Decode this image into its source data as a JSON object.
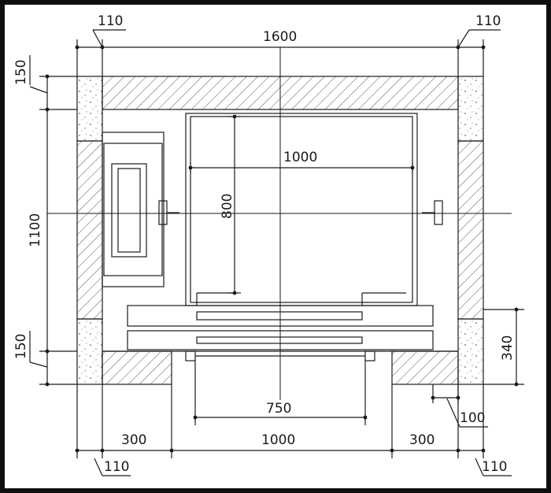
{
  "dimensions": {
    "top_overall": "1600",
    "top_left_wall": "110",
    "top_right_wall": "110",
    "left_overall": "1100",
    "left_top_wall": "150",
    "left_bottom_wall": "150",
    "cabin_width": "1000",
    "cabin_depth": "800",
    "door_opening": "750",
    "right_sill": "340",
    "right_gap": "100",
    "bottom_left": "300",
    "bottom_center": "1000",
    "bottom_right": "300",
    "bottom_left_wall": "110",
    "bottom_right_wall": "110"
  },
  "colors": {
    "line": "#1a1a1a",
    "paper": "#ffffff",
    "border": "#0f0f0f"
  }
}
